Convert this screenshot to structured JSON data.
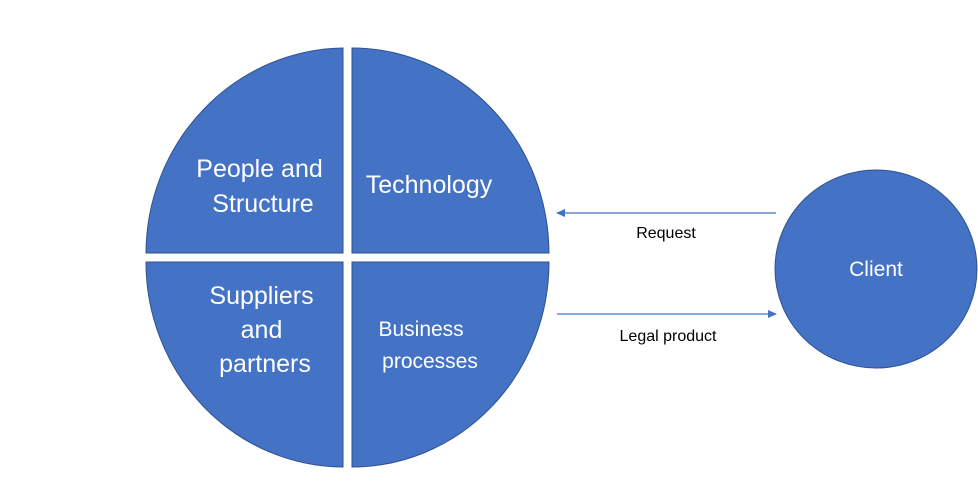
{
  "colors": {
    "shape_fill": "#4472C4",
    "shape_stroke": "#2F528F",
    "arrow": "#4472C4",
    "background": "#ffffff"
  },
  "quadrants": {
    "top_left": {
      "lines": [
        "People and",
        "Structure"
      ]
    },
    "top_right": {
      "lines": [
        "Technology"
      ]
    },
    "bottom_left": {
      "lines": [
        "Suppliers",
        "and",
        "partners"
      ]
    },
    "bottom_right": {
      "lines": [
        "Business",
        "processes"
      ]
    }
  },
  "client": {
    "label": "Client"
  },
  "arrows": {
    "request": {
      "label": "Request",
      "direction": "to-circle"
    },
    "legal_product": {
      "label": "Legal product",
      "direction": "to-client"
    }
  }
}
